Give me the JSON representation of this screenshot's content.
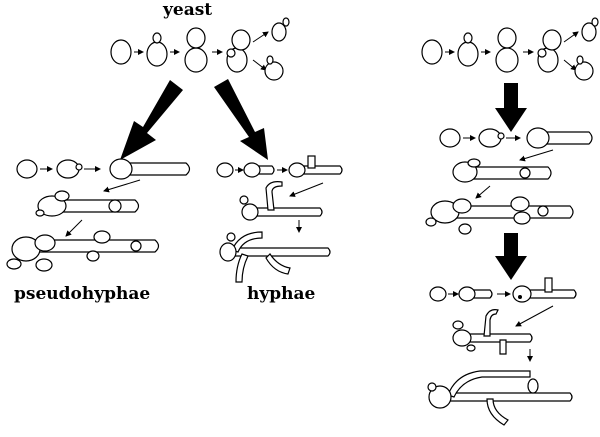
{
  "labels": {
    "yeast": "yeast",
    "pseudohyphae": "pseudohyphae",
    "hyphae": "hyphae"
  },
  "colors": {
    "ink": "#000000",
    "background": "#ffffff"
  }
}
